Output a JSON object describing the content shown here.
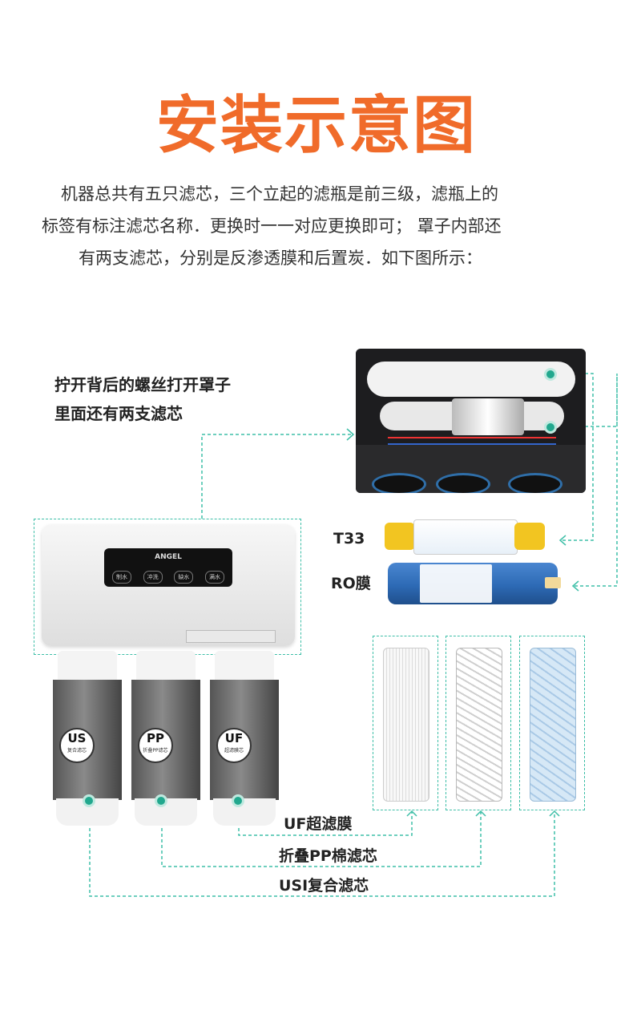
{
  "title": "安装示意图",
  "description": [
    "机器总共有五只滤芯，三个立起的滤瓶是前三级，滤瓶上的",
    "标签有标注滤芯名称．更换时一一对应更换即可；  罩子内部还",
    "有两支滤芯，分别是反渗透膜和后置炭．如下图所示："
  ],
  "note": [
    "拧开背后的螺丝打开罩子",
    "里面还有两支滤芯"
  ],
  "inner_filters": {
    "t33": "T33",
    "ro": "RO膜"
  },
  "machine": {
    "brand": "ANGEL",
    "buttons": [
      "制水",
      "冲洗",
      "缺水",
      "满水"
    ],
    "bottles": [
      {
        "tag": "US",
        "sub": "复合滤芯"
      },
      {
        "tag": "PP",
        "sub": "折叠PP滤芯"
      },
      {
        "tag": "UF",
        "sub": "超滤膜芯"
      }
    ]
  },
  "callouts": {
    "uf": "UF超滤膜",
    "pp": "折叠PP棉滤芯",
    "usi": "USI复合滤芯"
  },
  "colors": {
    "title": "#f06b2a",
    "guide": "#3fbfa8",
    "ro_blue": "#2d6ab5",
    "t33_yellow": "#f2c521"
  }
}
